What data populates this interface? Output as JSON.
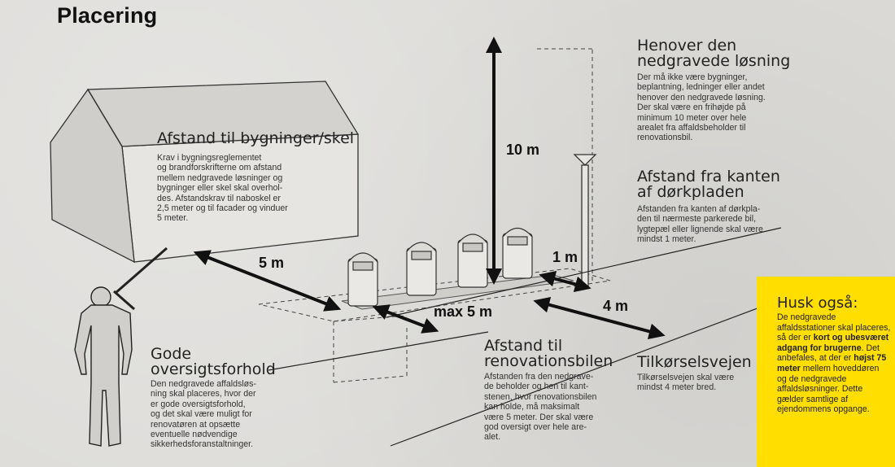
{
  "title": "Placering",
  "sections": {
    "buildings": {
      "heading": "Afstand til bygninger/skel",
      "body": "Krav i bygningsreglementet\nog brandforskrifterne om afstand\nmellem nedgravede løsninger og\nbygninger eller skel skal overhol-\ndes. Afstandskrav til naboskel er\n2,5 meter og til facader og vinduer\n5 meter."
    },
    "overhead": {
      "heading": "Henover den\nnedgravede løsning",
      "body": "Der må ikke være bygninger,\nbeplantning, ledninger eller andet\nhenover den nedgravede løsning.\nDer skal være en frihøjde på\nminimum 10 meter over hele\narealet fra affaldsbeholder til\nrenovationsbil."
    },
    "curb": {
      "heading": "Afstand fra kanten\naf dørkpladen",
      "body": "Afstanden fra kanten af dørkpla-\nden til nærmeste parkerede bil,\nlygtepæl eller lignende skal være\nmindst 1 meter."
    },
    "overview": {
      "heading": "Gode\noversigtsforhold",
      "body": "Den nedgravede affaldsløs-\nning skal placeres, hvor der\ner gode oversigtsforhold,\nog det skal være muligt for\nrenovatøren at opsætte\neventuelle nødvendige\nsikkerhedsforanstaltninger."
    },
    "truck": {
      "heading": "Afstand til\nrenovationsbilen",
      "body": "Afstanden fra den nedgrave-\nde beholder og hen til kant-\nstenen, hvor renovationsbilen\nkan holde, må maksimalt\nvære 5 meter. Der skal være\ngod oversigt over hele are-\nalet."
    },
    "access": {
      "heading": "Tilkørselsvejen",
      "body": "Tilkørselsvejen skal være\nmindst 4 meter bred."
    }
  },
  "dimensions": {
    "building_distance": "5 m",
    "height": "10 m",
    "curb_distance": "1 m",
    "truck_distance": "max 5 m",
    "road_width": "4 m"
  },
  "note": {
    "heading": "Husk også:",
    "body_parts": [
      {
        "text": "De nedgravede affaldsstationer skal placeres, så der er ",
        "bold": false
      },
      {
        "text": "kort og ubesværet adgang for brugerne",
        "bold": true
      },
      {
        "text": ". Det anbefales, at der er ",
        "bold": false
      },
      {
        "text": "højst 75 meter",
        "bold": true
      },
      {
        "text": " mellem hoveddøren og de nedgravede affaldsløsninger. Dette gælder samtlige af ejendommens opgange.",
        "bold": false
      }
    ]
  },
  "colors": {
    "accent": "#ffde00",
    "ink": "#111111",
    "background": "#dcdbd8"
  }
}
